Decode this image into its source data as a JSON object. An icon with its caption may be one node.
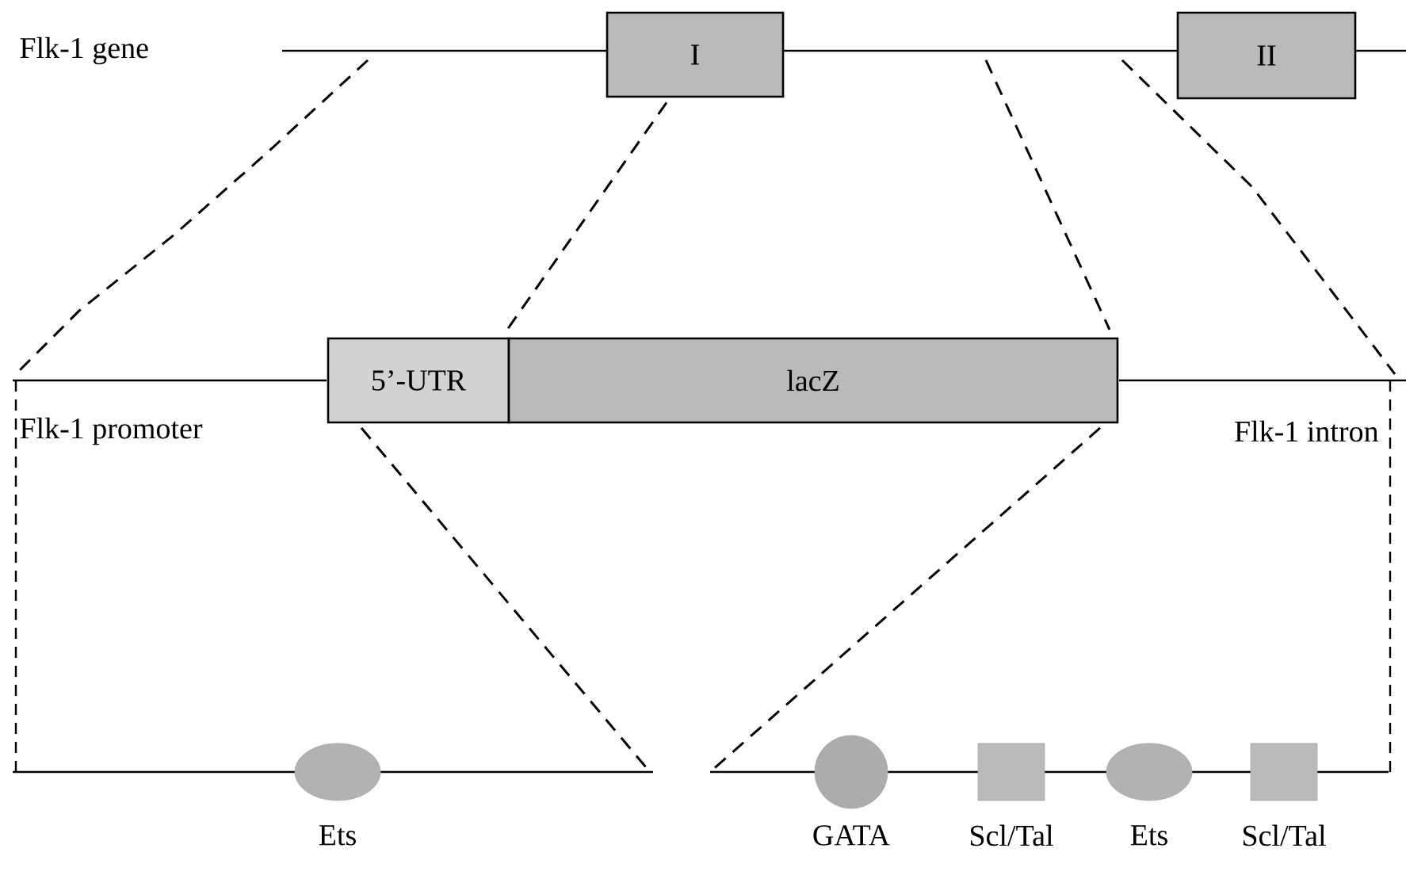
{
  "diagram": {
    "nodes": [
      {
        "text": [
          "I"
        ]
      },
      {
        "text": [
          "II"
        ]
      },
      {
        "text": [
          "5’-UTR"
        ]
      },
      {
        "text": [
          "lacZ"
        ]
      },
      {
        "text": [],
        "shape": "ellipse",
        "beside": [
          "Ets"
        ]
      },
      {
        "text": [],
        "shape": "circle",
        "beside": [
          "GATA"
        ]
      },
      {
        "text": [],
        "shape": "box",
        "beside": [
          "Scl/Tal"
        ]
      },
      {
        "text": [],
        "shape": "ellipse",
        "beside": [
          "Ets"
        ]
      },
      {
        "text": [],
        "shape": "box",
        "beside": [
          "Scl/Tal"
        ]
      }
    ],
    "edges": [
      {
        "from": 0,
        "to": 2,
        "arrow": "none",
        "style": "dashed"
      }
    ],
    "labels": [
      "Flk-1 gene",
      "Flk-1 promoter",
      "Flk-1 intron"
    ]
  }
}
